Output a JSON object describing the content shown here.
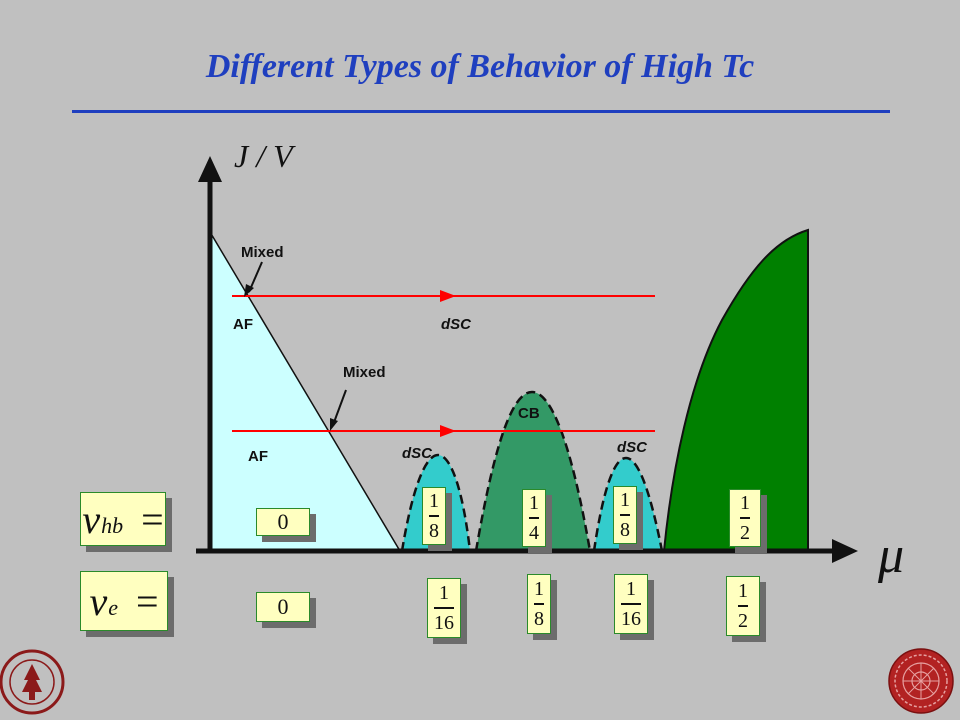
{
  "slide": {
    "title": "Different Types of Behavior of High Tc",
    "y_axis_label": "J / V",
    "x_axis_label": "μ"
  },
  "phase_labels": {
    "upper_mixed": "Mixed",
    "upper_af": "AF",
    "upper_dsc": "dSC",
    "lower_mixed": "Mixed",
    "lower_af": "AF",
    "dsc_left": "dSC",
    "cb": "CB",
    "dsc_right": "dSC"
  },
  "equations": {
    "nu_hb_symbol": "ν",
    "nu_hb_subscript": "hb",
    "nu_e_symbol": "ν",
    "nu_e_subscript": "e",
    "equals": "="
  },
  "nu_hb_values": {
    "v0": "0",
    "v1_num": "1",
    "v1_den": "8",
    "v2_num": "1",
    "v2_den": "4",
    "v3_num": "1",
    "v3_den": "8",
    "v4_num": "1",
    "v4_den": "2"
  },
  "nu_e_values": {
    "v0": "0",
    "v1_num": "1",
    "v1_den": "16",
    "v2_num": "1",
    "v2_den": "8",
    "v3_num": "1",
    "v3_den": "16",
    "v4_num": "1",
    "v4_den": "2"
  },
  "colors": {
    "background": "#c0c0c0",
    "title": "#1f3fbf",
    "af_region": "#ccffff",
    "dsc_region": "#33cccc",
    "cb_region": "#339966",
    "large_region": "#008000",
    "arrow": "#ff0000",
    "box_fill": "#ffffc0"
  }
}
